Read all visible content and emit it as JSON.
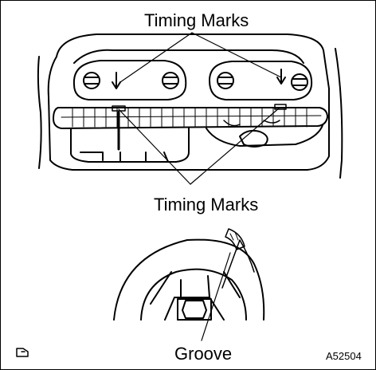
{
  "labels": {
    "timing_marks_top": "Timing Marks",
    "timing_marks_bottom": "Timing Marks",
    "groove": "Groove",
    "figure_code": "A52504"
  }
}
